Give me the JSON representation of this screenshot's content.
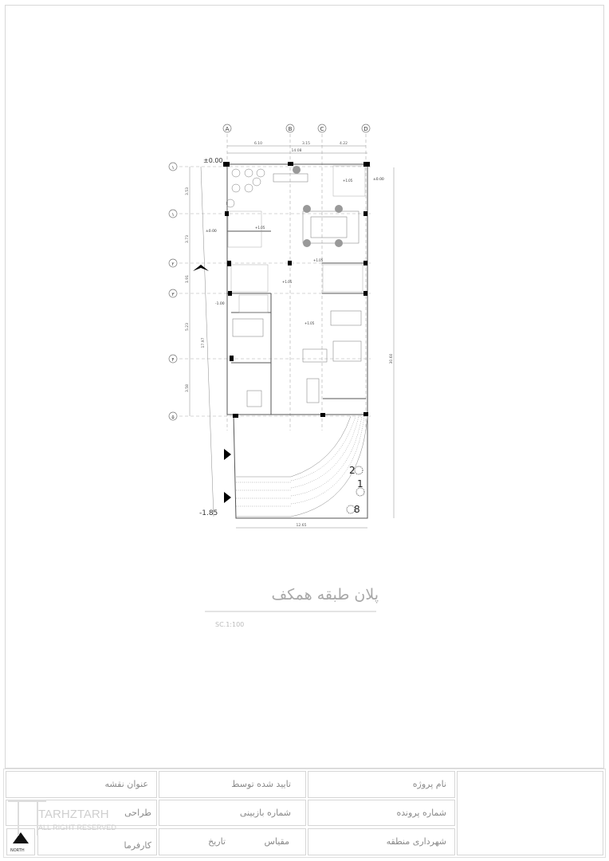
{
  "drawing": {
    "title": "پلان طبقه همکف",
    "scale": "SC.1:100",
    "axes_columns": [
      "A",
      "B",
      "C",
      "D"
    ],
    "axes_rows": [
      "۱",
      "۱",
      "۲",
      "۳",
      "۴",
      "۵"
    ],
    "dimensions_top": [
      "6.10",
      "3.15",
      "4.22"
    ],
    "dimension_total_top": "14.08",
    "dimensions_left": [
      "3.53",
      "3.73",
      "1.91",
      "5.23",
      "3.58"
    ],
    "dimension_total_left": "17.97",
    "dimension_right": "30.60",
    "dimension_bottom": "12.65",
    "levels": {
      "top_left": "±0.00",
      "top_right": "±0.00",
      "left_mid": "±0.00",
      "left_lower": "-1.00",
      "bottom_left": "-1.85",
      "inner_a": "+1.05",
      "inner_b": "+1.05",
      "inner_c": "+1.05",
      "inner_d": "+1.05",
      "inner_e": "+1.05"
    },
    "ramp_labels": [
      "2",
      "1",
      "8"
    ]
  },
  "title_block": {
    "project_name": "نام پروژه",
    "file_number": "شماره پرونده",
    "municipality": "شهرداری منطقه",
    "approved_by": "تایید شده توسط",
    "revision_number": "شماره بازبینی",
    "scale": "مقیاس",
    "date": "تاریخ",
    "drawing_title": "عنوان نقشه",
    "designer": "طراحی",
    "client": "کارفرما",
    "north": "NORTH",
    "logo_brand": "TARHZTARH",
    "logo_rights": "ALL RIGHT RESERVED"
  }
}
